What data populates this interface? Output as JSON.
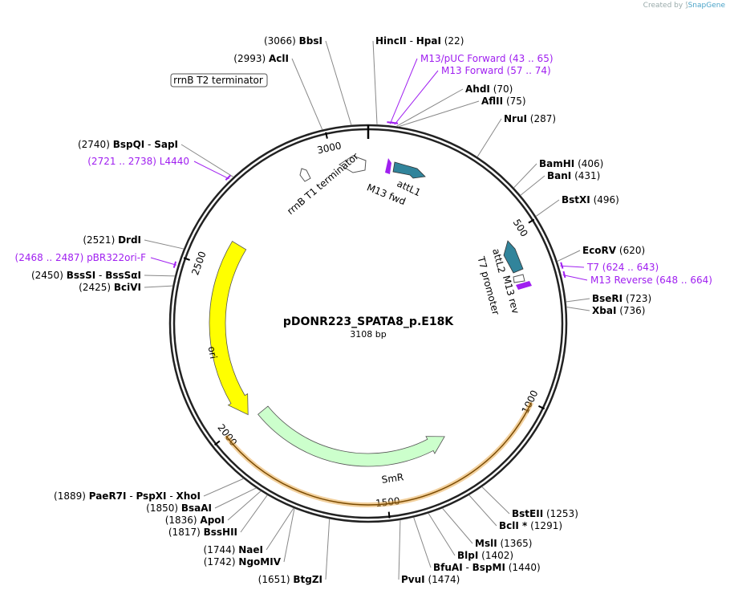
{
  "credit": {
    "prefix": "Created by",
    "brand": "SnapGene"
  },
  "plasmid": {
    "name": "pDONR223_SPATA8_p.E18K",
    "length_label": "3108 bp",
    "length": 3108
  },
  "ticks": [
    {
      "pos": 500,
      "label": "500"
    },
    {
      "pos": 1000,
      "label": "1000"
    },
    {
      "pos": 1500,
      "label": "1500"
    },
    {
      "pos": 2000,
      "label": "2000"
    },
    {
      "pos": 2500,
      "label": "2500"
    },
    {
      "pos": 3000,
      "label": "3000"
    }
  ],
  "features": [
    {
      "name": "ori",
      "start": 2010,
      "end": 2600,
      "direction": "reverse",
      "color": "#ffff00",
      "ring": 1
    },
    {
      "name": "SmR",
      "start": 1260,
      "end": 1990,
      "direction": "reverse",
      "color": "#ccffcc",
      "ring": 2
    },
    {
      "name": "attL1",
      "start": 30,
      "end": 130,
      "direction": "forward",
      "color": "#31849b",
      "ring": 1
    },
    {
      "name": "attL2",
      "start": 560,
      "end": 660,
      "direction": "reverse",
      "color": "#31849b",
      "ring": 2
    },
    {
      "name": "rrnB T1 terminator",
      "start": 2930,
      "end": 3030,
      "direction": "reverse",
      "color": "#ffffff",
      "ring": 1
    },
    {
      "name": "rrnB T2 terminator",
      "start": 2860,
      "end": 2890,
      "direction": "reverse",
      "color": "#ffffff",
      "ring": 1
    }
  ],
  "feature_labels": {
    "ori": "ori",
    "smr": "SmR",
    "attL1": "attL1",
    "attL2": "attL2",
    "m13fwd": "M13 fwd",
    "m13rev": "M13 rev",
    "t7promoter": "T7 promoter",
    "rrnB_T1": "rrnB T1 terminator",
    "rrnB_T2": "rrnB T2 terminator"
  },
  "sites": [
    {
      "pos": 3066,
      "num": "(3066)",
      "name": "BbsI"
    },
    {
      "pos": 2993,
      "num": "(2993)",
      "name": "AclI"
    },
    {
      "pos": 2740,
      "num": "(2740)",
      "name": "BspQI",
      "name2": "SapI"
    },
    {
      "pos": 2521,
      "num": "(2521)",
      "name": "DrdI"
    },
    {
      "pos": 2450,
      "num": "(2450)",
      "name": "BssSI",
      "name2": "BssSαI"
    },
    {
      "pos": 2425,
      "num": "(2425)",
      "name": "BciVI"
    },
    {
      "pos": 22,
      "num": "(22)",
      "name": "HincII",
      "name2": "HpaI"
    },
    {
      "pos": 70,
      "num": "(70)",
      "name": "AhdI"
    },
    {
      "pos": 75,
      "num": "(75)",
      "name": "AflII"
    },
    {
      "pos": 287,
      "num": "(287)",
      "name": "NruI"
    },
    {
      "pos": 406,
      "num": "(406)",
      "name": "BamHI"
    },
    {
      "pos": 431,
      "num": "(431)",
      "name": "BanI"
    },
    {
      "pos": 496,
      "num": "(496)",
      "name": "BstXI"
    },
    {
      "pos": 620,
      "num": "(620)",
      "name": "EcoRV"
    },
    {
      "pos": 723,
      "num": "(723)",
      "name": "BseRI"
    },
    {
      "pos": 736,
      "num": "(736)",
      "name": "XbaI"
    },
    {
      "pos": 1253,
      "num": "(1253)",
      "name": "BstEII"
    },
    {
      "pos": 1291,
      "num": "(1291)",
      "name": "BclI *"
    },
    {
      "pos": 1365,
      "num": "(1365)",
      "name": "MslI"
    },
    {
      "pos": 1402,
      "num": "(1402)",
      "name": "BlpI"
    },
    {
      "pos": 1440,
      "num": "(1440)",
      "name": "BfuAI",
      "name2": "BspMI"
    },
    {
      "pos": 1474,
      "num": "(1474)",
      "name": "PvuI"
    },
    {
      "pos": 1651,
      "num": "(1651)",
      "name": "BtgZI"
    },
    {
      "pos": 1742,
      "num": "(1742)",
      "name": "NgoMIV"
    },
    {
      "pos": 1744,
      "num": "(1744)",
      "name": "NaeI"
    },
    {
      "pos": 1817,
      "num": "(1817)",
      "name": "BssHII"
    },
    {
      "pos": 1836,
      "num": "(1836)",
      "name": "ApoI"
    },
    {
      "pos": 1850,
      "num": "(1850)",
      "name": "BsaAI"
    },
    {
      "pos": 1889,
      "num": "(1889)",
      "name": "PaeR7I",
      "name2": "PspXI",
      "name3": "XhoI"
    }
  ],
  "primers": [
    {
      "pos": 54,
      "name": "M13/pUC Forward",
      "range": "(43 .. 65)"
    },
    {
      "pos": 65,
      "name": "M13 Forward",
      "range": "(57 .. 74)"
    },
    {
      "pos": 633,
      "name": "T7",
      "range": "(624 .. 643)"
    },
    {
      "pos": 656,
      "name": "M13 Reverse",
      "range": "(648 .. 664)"
    },
    {
      "pos": 2729,
      "name": "L4440",
      "range": "(2721 .. 2738)"
    },
    {
      "pos": 2477,
      "name": "pBR322ori-F",
      "range": "(2468 .. 2487)"
    }
  ],
  "colors": {
    "primer": "#a020f0",
    "backbone": "#000000",
    "leader": "#888888",
    "orf_outline": "#e6a23c"
  }
}
